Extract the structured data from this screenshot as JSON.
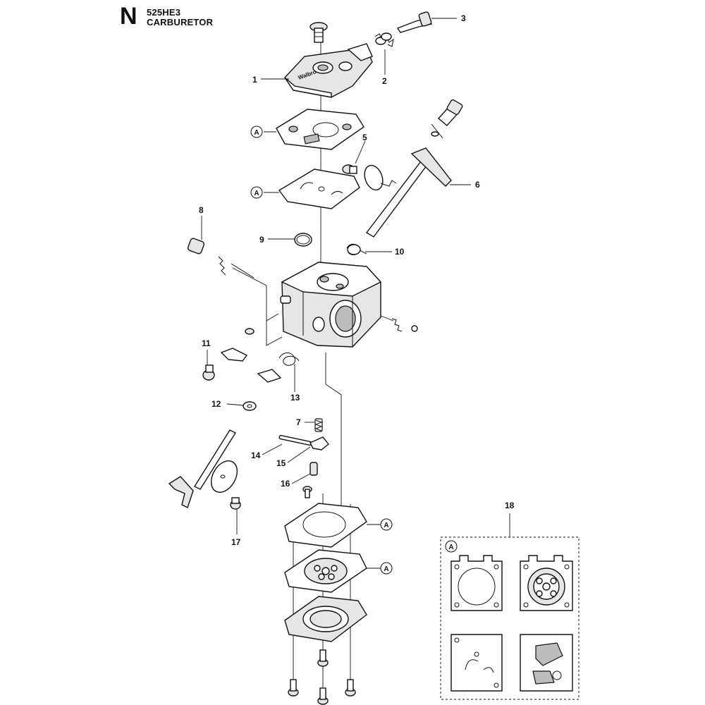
{
  "header": {
    "section_letter": "N",
    "model": "525HE3",
    "title": "CARBURETOR"
  },
  "callouts": [
    {
      "id": "c1",
      "label": "1"
    },
    {
      "id": "c2",
      "label": "2"
    },
    {
      "id": "c3",
      "label": "3"
    },
    {
      "id": "c5",
      "label": "5"
    },
    {
      "id": "c6",
      "label": "6"
    },
    {
      "id": "c7",
      "label": "7"
    },
    {
      "id": "c8",
      "label": "8"
    },
    {
      "id": "c9",
      "label": "9"
    },
    {
      "id": "c10",
      "label": "10"
    },
    {
      "id": "c11",
      "label": "11"
    },
    {
      "id": "c12",
      "label": "12"
    },
    {
      "id": "c13",
      "label": "13"
    },
    {
      "id": "c14",
      "label": "14"
    },
    {
      "id": "c15",
      "label": "15"
    },
    {
      "id": "c16",
      "label": "16"
    },
    {
      "id": "c17",
      "label": "17"
    },
    {
      "id": "c18",
      "label": "18"
    }
  ],
  "kit_reference": "A",
  "top_cover_brand": "Walbro"
}
